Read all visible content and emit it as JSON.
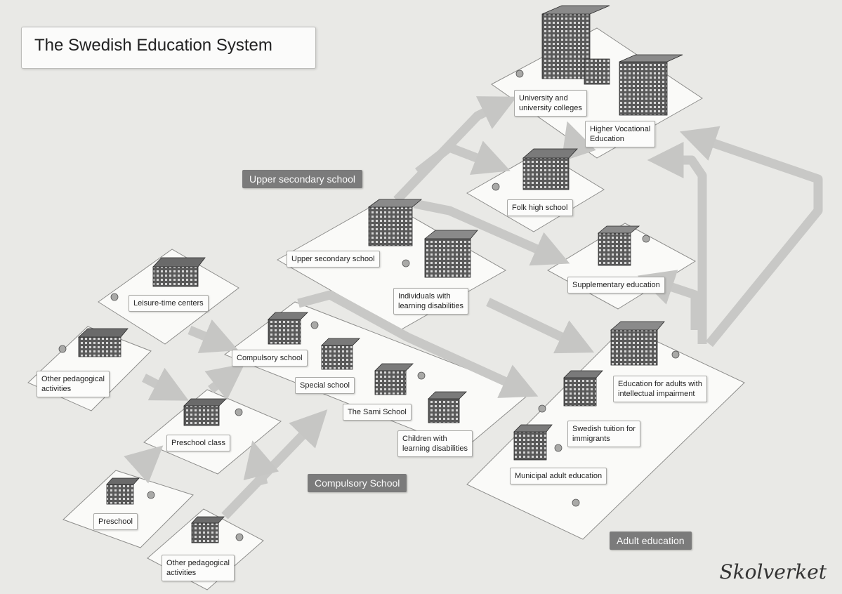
{
  "title": "The Swedish Education System",
  "brand": "Skolverket",
  "sections": {
    "upper_secondary": "Upper secondary school",
    "compulsory": "Compulsory School",
    "adult": "Adult education"
  },
  "nodes": {
    "university": [
      "University and",
      "university colleges"
    ],
    "higher_vocational": [
      "Higher Vocational",
      "Education"
    ],
    "folk_high": "Folk high school",
    "supplementary": "Supplementary education",
    "upper_secondary_school": "Upper secondary school",
    "individuals_disabilities": [
      "Individuals with",
      "learning disabilities"
    ],
    "leisure": "Leisure-time centers",
    "other_ped_1": [
      "Other pedagogical",
      "activities"
    ],
    "compulsory_school": "Compulsory school",
    "special_school": "Special school",
    "sami_school": "The Sami School",
    "children_disabilities": [
      "Children with",
      "learning disabilities"
    ],
    "preschool_class": "Preschool class",
    "preschool": "Preschool",
    "other_ped_2": [
      "Other pedagogical",
      "activities"
    ],
    "adults_intellectual": [
      "Education for adults with",
      "intellectual impairment"
    ],
    "swedish_tuition": [
      "Swedish tuition for",
      "immigrants"
    ],
    "municipal_adult": "Municipal adult education"
  },
  "colors": {
    "background": "#e9e9e6",
    "platform": "#fafaf8",
    "arrow": "#c8c8c6",
    "building": "#4d4d4d",
    "dark_label": "#7b7b7b"
  }
}
